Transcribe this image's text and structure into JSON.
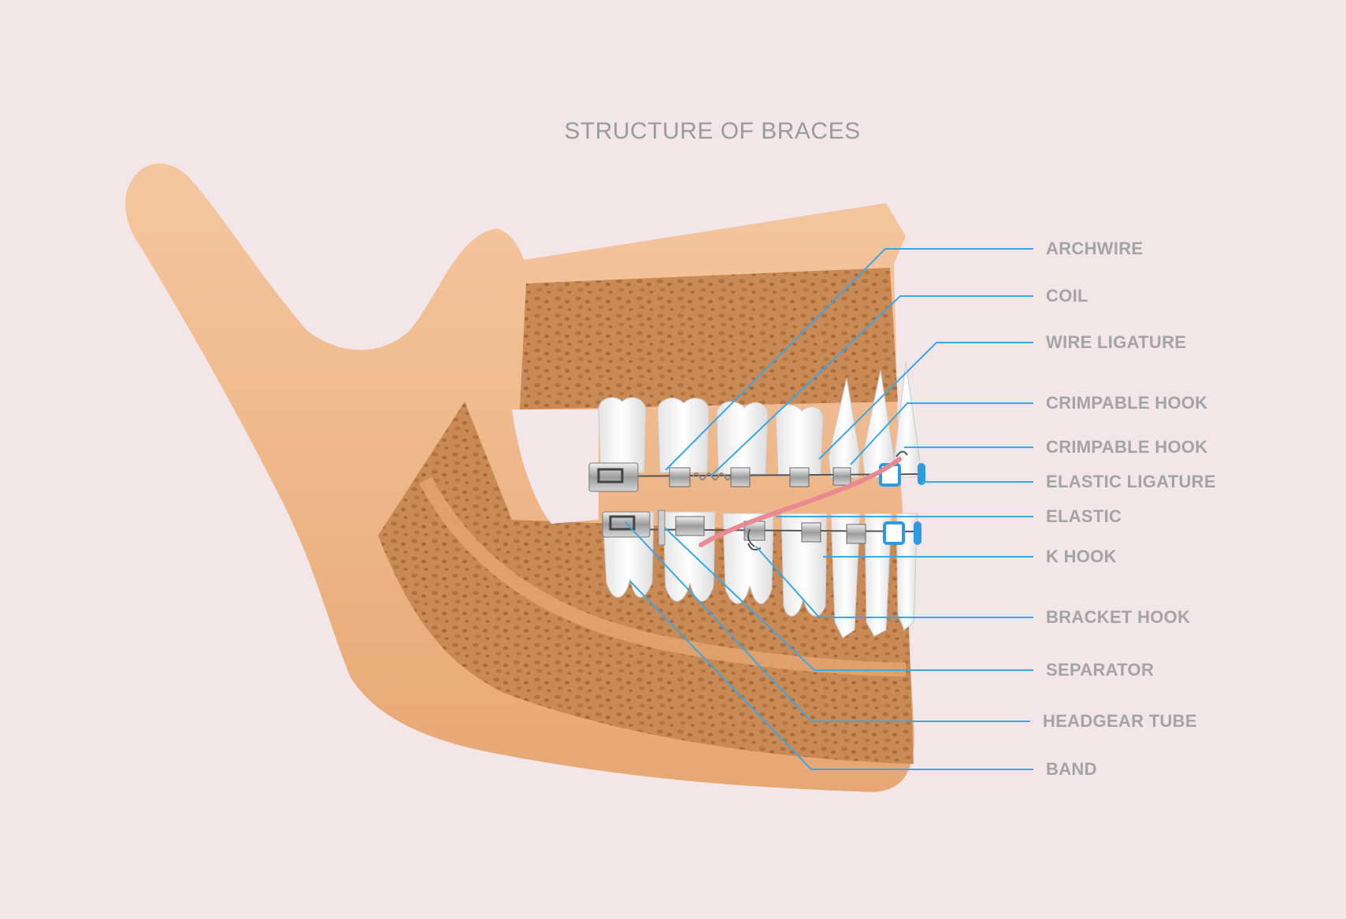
{
  "title": "STRUCTURE OF BRACES",
  "colors": {
    "background": "#f3e6e9",
    "bone": "#f1bb8e",
    "bone_dark": "#c98a56",
    "leader_line": "#3aa7e6",
    "label_text": "#a3a3a8",
    "elastic": "#e98a92",
    "ligature_blue": "#2e9be0"
  },
  "labels": [
    {
      "id": "archwire",
      "text": "ARCHWIRE"
    },
    {
      "id": "coil",
      "text": "COIL"
    },
    {
      "id": "wire-ligature",
      "text": "WIRE LIGATURE"
    },
    {
      "id": "crimpable-hook-1",
      "text": "CRIMPABLE HOOK"
    },
    {
      "id": "crimpable-hook-2",
      "text": "CRIMPABLE HOOK"
    },
    {
      "id": "elastic-ligature",
      "text": "ELASTIC LIGATURE"
    },
    {
      "id": "elastic",
      "text": "ELASTIC"
    },
    {
      "id": "k-hook",
      "text": "K HOOK"
    },
    {
      "id": "bracket-hook",
      "text": "BRACKET HOOK"
    },
    {
      "id": "separator",
      "text": "SEPARATOR"
    },
    {
      "id": "headgear-tube",
      "text": "HEADGEAR TUBE"
    },
    {
      "id": "band",
      "text": "BAND"
    }
  ]
}
